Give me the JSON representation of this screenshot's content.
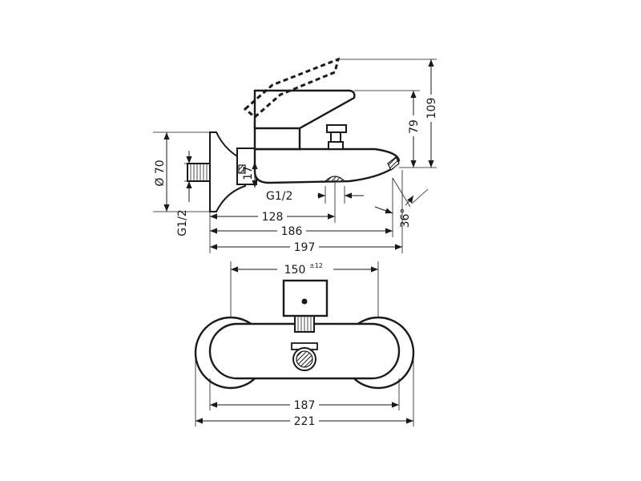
{
  "colors": {
    "ink": "#1a1a1a",
    "background": "#ffffff"
  },
  "side_view": {
    "dim_diameter": "Ø 70",
    "dim_inlet_thread": "G1/2",
    "dim_17": "17",
    "dim_outlet_thread": "G1/2",
    "dim_128": "128",
    "dim_186": "186",
    "dim_197": "197",
    "dim_79": "79",
    "dim_109": "109",
    "dim_angle": "36°"
  },
  "front_view": {
    "dim_150": "150",
    "dim_150_tolerance": "±12",
    "dim_187": "187",
    "dim_221": "221"
  }
}
